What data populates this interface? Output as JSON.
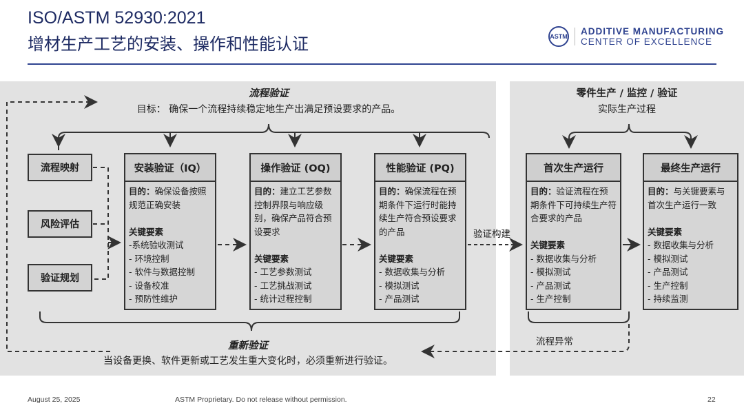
{
  "header": {
    "title_line1": "ISO/ASTM 52930:2021",
    "title_line2": "增材生产工艺的安装、操作和性能认证",
    "logo_mark": "ASTM",
    "logo_line1": "ADDITIVE MANUFACTURING",
    "logo_line2": "CENTER OF EXCELLENCE"
  },
  "left_panel": {
    "heading": "流程验证",
    "goal": "目标： 确保一个流程持续稳定地生产出满足预设要求的产品。",
    "inputs": [
      "流程映射",
      "风险评估",
      "验证规划"
    ],
    "stages": [
      {
        "title": "安装验证（IQ）",
        "purpose_label": "目的：",
        "purpose": "确保设备按照规范正确安装",
        "key_label": "关键要素",
        "items": [
          "-系统验收测试",
          "- 环境控制",
          "- 软件与数据控制",
          "- 设备校准",
          "- 预防性维护"
        ]
      },
      {
        "title": "操作验证 (OQ)",
        "purpose_label": "目的：",
        "purpose": "建立工艺参数控制界限与响应级别，确保产品符合预设要求",
        "key_label": "关键要素",
        "items": [
          "- 工艺参数测试",
          "- 工艺挑战测试",
          "- 统计过程控制"
        ]
      },
      {
        "title": "性能验证 (PQ)",
        "purpose_label": "目的：",
        "purpose": "确保流程在预期条件下运行时能持续生产符合预设要求的产品",
        "key_label": "关键要素",
        "items": [
          "- 数据收集与分析",
          "- 模拟测试",
          "- 产品测试"
        ]
      }
    ],
    "revalidation_title": "重新验证",
    "revalidation_text": "当设备更换、软件更新或工艺发生重大变化时，必须重新进行验证。"
  },
  "bridge_label": "验证构建",
  "right_panel": {
    "heading": "零件生产 / 监控 / 验证",
    "subheading": "实际生产过程",
    "stages": [
      {
        "title": "首次生产运行",
        "purpose_label": "目的：",
        "purpose": "验证流程在预期条件下可持续生产符合要求的产品",
        "key_label": "关键要素",
        "items": [
          "- 数据收集与分析",
          "- 模拟测试",
          "- 产品测试",
          "- 生产控制"
        ]
      },
      {
        "title": "最终生产运行",
        "purpose_label": "目的：",
        "purpose": "与关键要素与首次生产运行一致",
        "key_label": "关键要素",
        "items": [
          "-  数据收集与分析",
          "- 模拟测试",
          "- 产品测试",
          "- 生产控制",
          "- 持续监测"
        ]
      }
    ],
    "anomaly_label": "流程异常"
  },
  "footer": {
    "date": "August 25, 2025",
    "notice": "ASTM Proprietary. Do not release without permission.",
    "page": "22"
  }
}
